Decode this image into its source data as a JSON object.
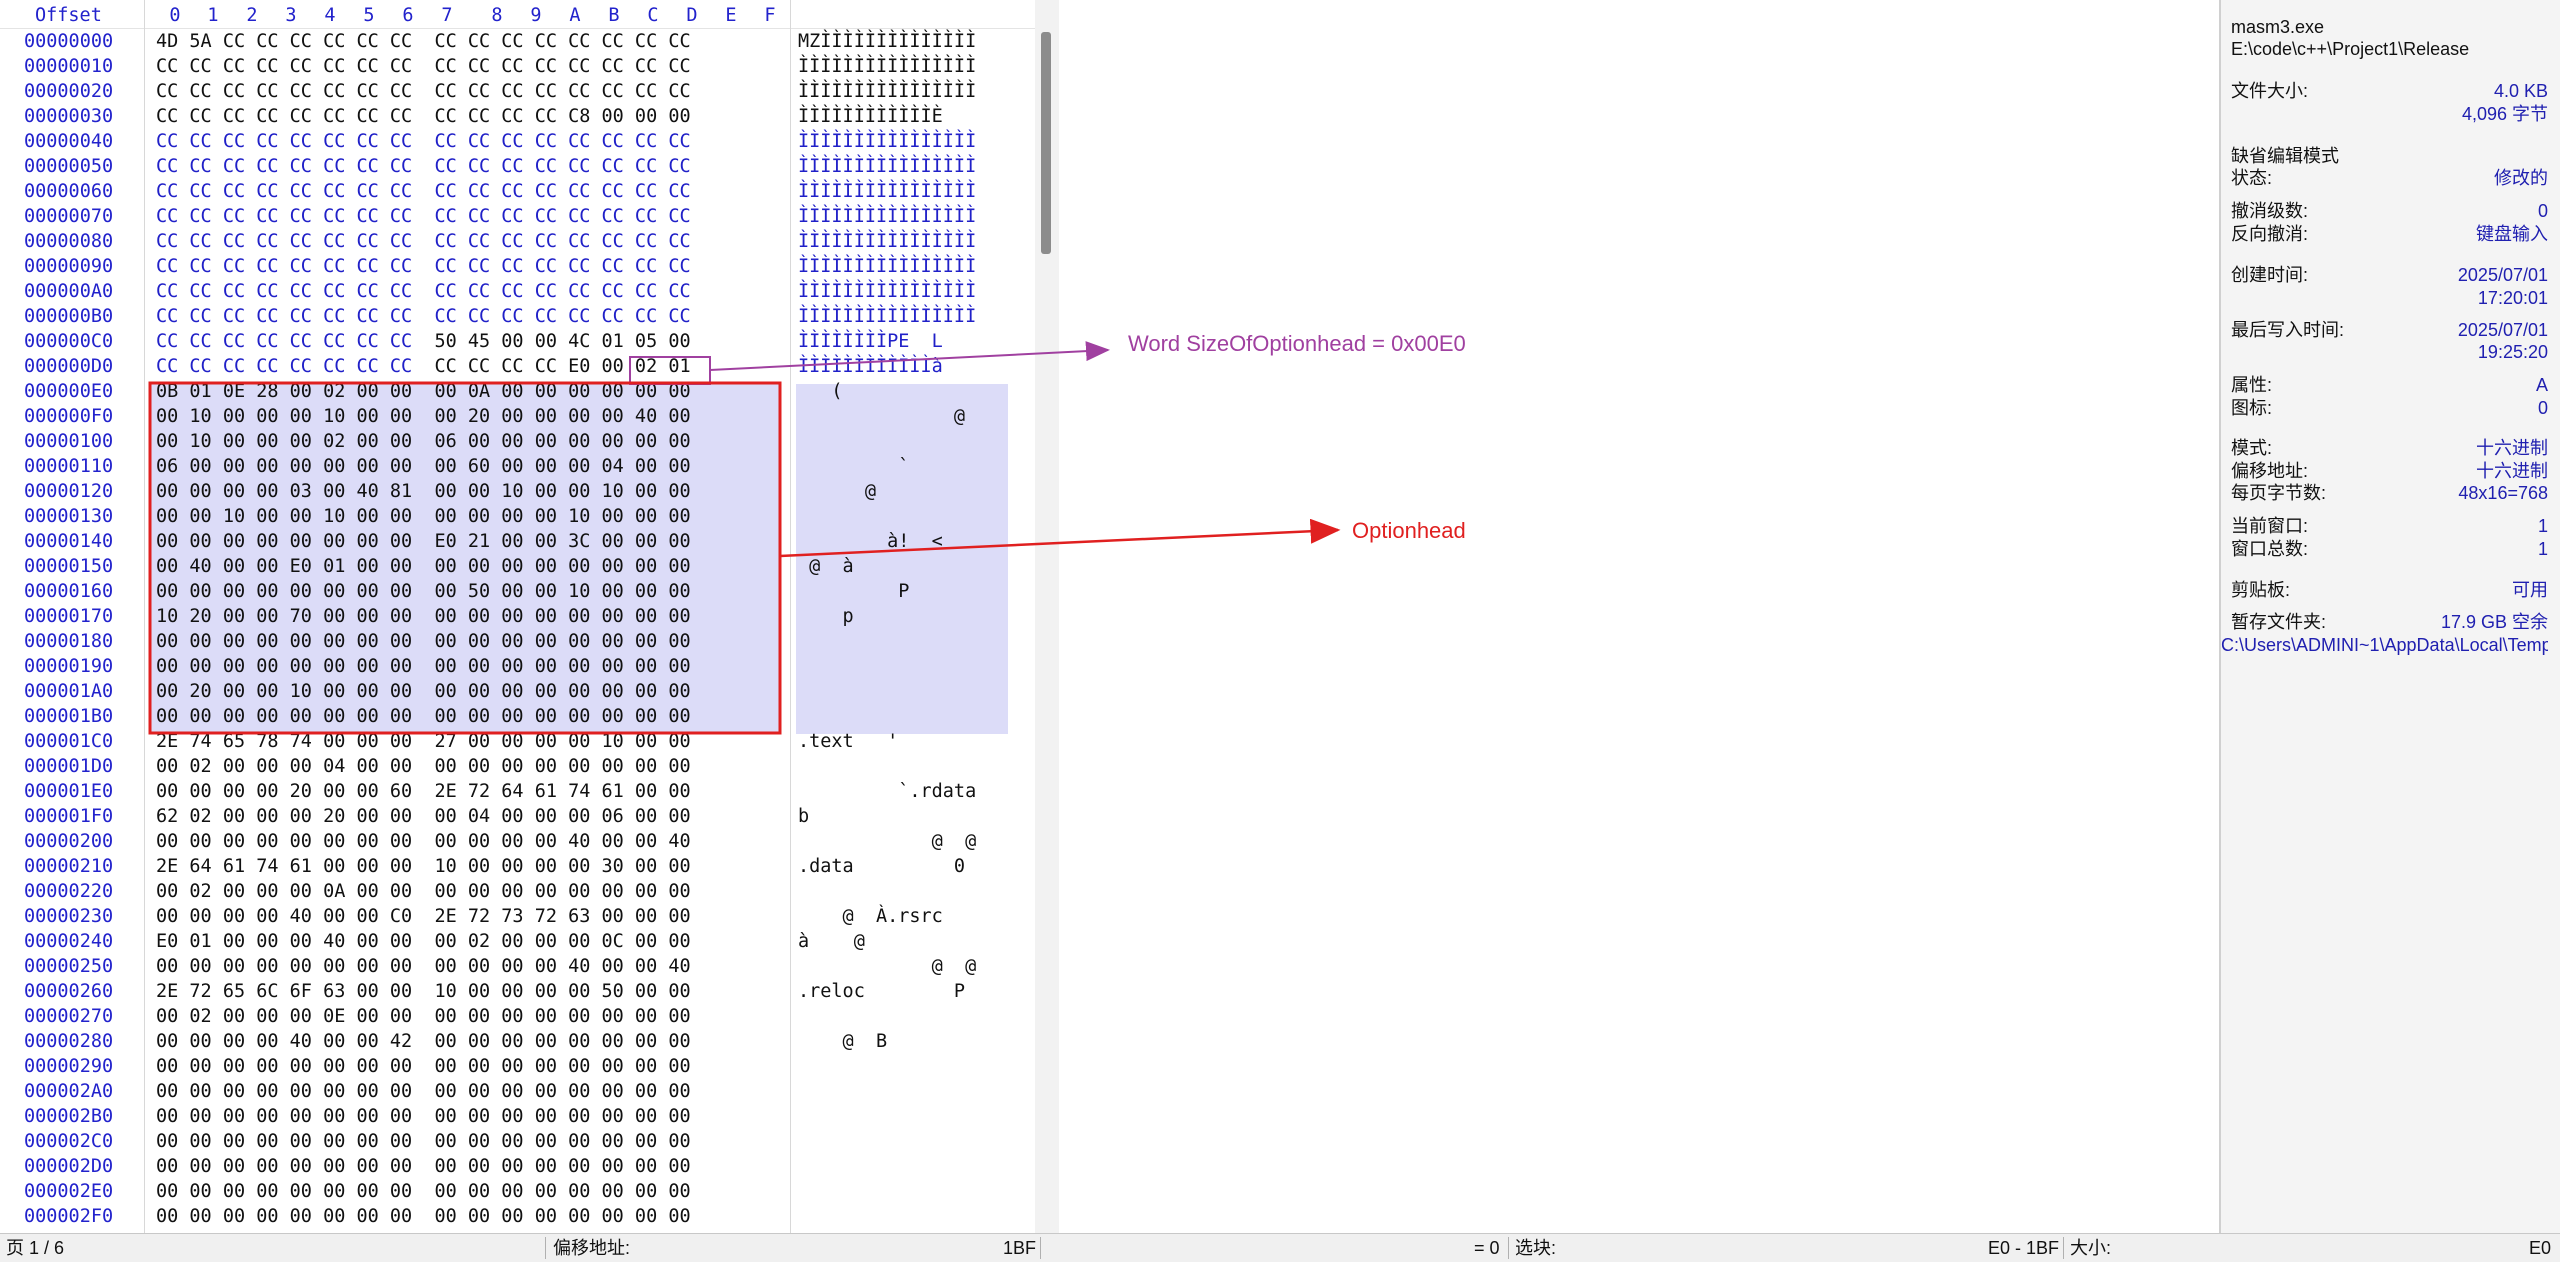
{
  "header": {
    "offset_label": "Offset",
    "columns": [
      "0",
      "1",
      "2",
      "3",
      "4",
      "5",
      "6",
      "7",
      "8",
      "9",
      "A",
      "B",
      "C",
      "D",
      "E",
      "F"
    ]
  },
  "rows": [
    {
      "offset": "00000000",
      "hex": "4D 5A CC CC CC CC CC CC  CC CC CC CC CC CC CC CC",
      "ascii": "MZÌÌÌÌÌÌÌÌÌÌÌÌÌÌ",
      "style": "black"
    },
    {
      "offset": "00000010",
      "hex": "CC CC CC CC CC CC CC CC  CC CC CC CC CC CC CC CC",
      "ascii": "ÌÌÌÌÌÌÌÌÌÌÌÌÌÌÌÌ",
      "style": "black"
    },
    {
      "offset": "00000020",
      "hex": "CC CC CC CC CC CC CC CC  CC CC CC CC CC CC CC CC",
      "ascii": "ÌÌÌÌÌÌÌÌÌÌÌÌÌÌÌÌ",
      "style": "black"
    },
    {
      "offset": "00000030",
      "hex": "CC CC CC CC CC CC CC CC  CC CC CC CC C8 00 00 00",
      "ascii": "ÌÌÌÌÌÌÌÌÌÌÌÌÈ",
      "style": "black"
    },
    {
      "offset": "00000040",
      "hex": "CC CC CC CC CC CC CC CC  CC CC CC CC CC CC CC CC",
      "ascii": "ÌÌÌÌÌÌÌÌÌÌÌÌÌÌÌÌ",
      "style": "blue"
    },
    {
      "offset": "00000050",
      "hex": "CC CC CC CC CC CC CC CC  CC CC CC CC CC CC CC CC",
      "ascii": "ÌÌÌÌÌÌÌÌÌÌÌÌÌÌÌÌ",
      "style": "blue"
    },
    {
      "offset": "00000060",
      "hex": "CC CC CC CC CC CC CC CC  CC CC CC CC CC CC CC CC",
      "ascii": "ÌÌÌÌÌÌÌÌÌÌÌÌÌÌÌÌ",
      "style": "blue"
    },
    {
      "offset": "00000070",
      "hex": "CC CC CC CC CC CC CC CC  CC CC CC CC CC CC CC CC",
      "ascii": "ÌÌÌÌÌÌÌÌÌÌÌÌÌÌÌÌ",
      "style": "blue"
    },
    {
      "offset": "00000080",
      "hex": "CC CC CC CC CC CC CC CC  CC CC CC CC CC CC CC CC",
      "ascii": "ÌÌÌÌÌÌÌÌÌÌÌÌÌÌÌÌ",
      "style": "blue"
    },
    {
      "offset": "00000090",
      "hex": "CC CC CC CC CC CC CC CC  CC CC CC CC CC CC CC CC",
      "ascii": "ÌÌÌÌÌÌÌÌÌÌÌÌÌÌÌÌ",
      "style": "blue"
    },
    {
      "offset": "000000A0",
      "hex": "CC CC CC CC CC CC CC CC  CC CC CC CC CC CC CC CC",
      "ascii": "ÌÌÌÌÌÌÌÌÌÌÌÌÌÌÌÌ",
      "style": "blue"
    },
    {
      "offset": "000000B0",
      "hex": "CC CC CC CC CC CC CC CC  CC CC CC CC CC CC CC CC",
      "ascii": "ÌÌÌÌÌÌÌÌÌÌÌÌÌÌÌÌ",
      "style": "blue"
    },
    {
      "offset": "000000C0",
      "hex": "CC CC CC CC CC CC CC CC  50 45 00 00 4C 01 05 00",
      "ascii": "ÌÌÌÌÌÌÌÌPE  L",
      "style": "mixC0"
    },
    {
      "offset": "000000D0",
      "hex": "CC CC CC CC CC CC CC CC  CC CC CC CC E0 00 02 01",
      "ascii": "ÌÌÌÌÌÌÌÌÌÌÌÌà",
      "style": "mixD0"
    },
    {
      "offset": "000000E0",
      "hex": "0B 01 0E 28 00 02 00 00  00 0A 00 00 00 00 00 00",
      "ascii": "   (",
      "style": "sel"
    },
    {
      "offset": "000000F0",
      "hex": "00 10 00 00 00 10 00 00  00 20 00 00 00 00 40 00",
      "ascii": "              @",
      "style": "sel"
    },
    {
      "offset": "00000100",
      "hex": "00 10 00 00 00 02 00 00  06 00 00 00 00 00 00 00",
      "ascii": "",
      "style": "sel"
    },
    {
      "offset": "00000110",
      "hex": "06 00 00 00 00 00 00 00  00 60 00 00 00 04 00 00",
      "ascii": "         `",
      "style": "sel"
    },
    {
      "offset": "00000120",
      "hex": "00 00 00 00 03 00 40 81  00 00 10 00 00 10 00 00",
      "ascii": "      @",
      "style": "sel"
    },
    {
      "offset": "00000130",
      "hex": "00 00 10 00 00 10 00 00  00 00 00 00 10 00 00 00",
      "ascii": "",
      "style": "sel"
    },
    {
      "offset": "00000140",
      "hex": "00 00 00 00 00 00 00 00  E0 21 00 00 3C 00 00 00",
      "ascii": "        à!  <",
      "style": "sel"
    },
    {
      "offset": "00000150",
      "hex": "00 40 00 00 E0 01 00 00  00 00 00 00 00 00 00 00",
      "ascii": " @  à",
      "style": "sel"
    },
    {
      "offset": "00000160",
      "hex": "00 00 00 00 00 00 00 00  00 50 00 00 10 00 00 00",
      "ascii": "         P",
      "style": "sel"
    },
    {
      "offset": "00000170",
      "hex": "10 20 00 00 70 00 00 00  00 00 00 00 00 00 00 00",
      "ascii": "    p",
      "style": "sel"
    },
    {
      "offset": "00000180",
      "hex": "00 00 00 00 00 00 00 00  00 00 00 00 00 00 00 00",
      "ascii": "",
      "style": "sel"
    },
    {
      "offset": "00000190",
      "hex": "00 00 00 00 00 00 00 00  00 00 00 00 00 00 00 00",
      "ascii": "",
      "style": "sel"
    },
    {
      "offset": "000001A0",
      "hex": "00 20 00 00 10 00 00 00  00 00 00 00 00 00 00 00",
      "ascii": "",
      "style": "sel"
    },
    {
      "offset": "000001B0",
      "hex": "00 00 00 00 00 00 00 00  00 00 00 00 00 00 00 00",
      "ascii": "",
      "style": "sel"
    },
    {
      "offset": "000001C0",
      "hex": "2E 74 65 78 74 00 00 00  27 00 00 00 00 10 00 00",
      ".ascii": "",
      "ascii": ".text   '",
      "style": "black"
    },
    {
      "offset": "000001D0",
      "hex": "00 02 00 00 00 04 00 00  00 00 00 00 00 00 00 00",
      "ascii": "",
      "style": "black"
    },
    {
      "offset": "000001E0",
      "hex": "00 00 00 00 20 00 00 60  2E 72 64 61 74 61 00 00",
      "ascii": "         `.rdata",
      "style": "black"
    },
    {
      "offset": "000001F0",
      "hex": "62 02 00 00 00 20 00 00  00 04 00 00 00 06 00 00",
      "ascii": "b",
      "style": "black"
    },
    {
      "offset": "00000200",
      "hex": "00 00 00 00 00 00 00 00  00 00 00 00 40 00 00 40",
      "ascii": "            @  @",
      "style": "black"
    },
    {
      "offset": "00000210",
      "hex": "2E 64 61 74 61 00 00 00  10 00 00 00 00 30 00 00",
      "ascii": ".data         0",
      "style": "black"
    },
    {
      "offset": "00000220",
      "hex": "00 02 00 00 00 0A 00 00  00 00 00 00 00 00 00 00",
      "ascii": "",
      "style": "black"
    },
    {
      "offset": "00000230",
      "hex": "00 00 00 00 40 00 00 C0  2E 72 73 72 63 00 00 00",
      "ascii": "    @  À.rsrc",
      "style": "black"
    },
    {
      "offset": "00000240",
      "hex": "E0 01 00 00 00 40 00 00  00 02 00 00 00 0C 00 00",
      "ascii": "à    @",
      "style": "black"
    },
    {
      "offset": "00000250",
      "hex": "00 00 00 00 00 00 00 00  00 00 00 00 40 00 00 40",
      "ascii": "            @  @",
      "style": "black"
    },
    {
      "offset": "00000260",
      "hex": "2E 72 65 6C 6F 63 00 00  10 00 00 00 00 50 00 00",
      "ascii": ".reloc        P",
      "style": "black"
    },
    {
      "offset": "00000270",
      "hex": "00 02 00 00 00 0E 00 00  00 00 00 00 00 00 00 00",
      "ascii": "",
      "style": "black"
    },
    {
      "offset": "00000280",
      "hex": "00 00 00 00 40 00 00 42  00 00 00 00 00 00 00 00",
      "ascii": "    @  B",
      "style": "black"
    },
    {
      "offset": "00000290",
      "hex": "00 00 00 00 00 00 00 00  00 00 00 00 00 00 00 00",
      "ascii": "",
      "style": "black"
    },
    {
      "offset": "000002A0",
      "hex": "00 00 00 00 00 00 00 00  00 00 00 00 00 00 00 00",
      "ascii": "",
      "style": "black"
    },
    {
      "offset": "000002B0",
      "hex": "00 00 00 00 00 00 00 00  00 00 00 00 00 00 00 00",
      "ascii": "",
      "style": "black"
    },
    {
      "offset": "000002C0",
      "hex": "00 00 00 00 00 00 00 00  00 00 00 00 00 00 00 00",
      "ascii": "",
      "style": "black"
    },
    {
      "offset": "000002D0",
      "hex": "00 00 00 00 00 00 00 00  00 00 00 00 00 00 00 00",
      "ascii": "",
      "style": "black"
    },
    {
      "offset": "000002E0",
      "hex": "00 00 00 00 00 00 00 00  00 00 00 00 00 00 00 00",
      "ascii": "",
      "style": "black"
    },
    {
      "offset": "000002F0",
      "hex": "00 00 00 00 00 00 00 00  00 00 00 00 00 00 00 00",
      "ascii": "",
      "style": "black"
    }
  ],
  "annotations": {
    "word_size": "Word SizeOfOptionhead = 0x00E0",
    "optionhead": "Optionhead",
    "purple": "#a040a0",
    "red": "#e02020"
  },
  "info_panel": {
    "filename": "masm3.exe",
    "path": "E:\\code\\c++\\Project1\\Release",
    "file_size_label": "文件大小:",
    "file_size_kb": "4.0 KB",
    "file_size_bytes": "4,096 字节",
    "edit_mode": "缺省编辑模式",
    "state_label": "状态:",
    "state_value": "修改的",
    "undo_label": "撤消级数:",
    "undo_value": "0",
    "redo_label": "反向撤消:",
    "redo_value": "键盘输入",
    "created_label": "创建时间:",
    "created_date": "2025/07/01",
    "created_time": "17:20:01",
    "written_label": "最后写入时间:",
    "written_date": "2025/07/01",
    "written_time": "19:25:20",
    "attr_label": "属性:",
    "attr_value": "A",
    "icon_label": "图标:",
    "icon_value": "0",
    "mode_label": "模式:",
    "mode_value": "十六进制",
    "offset_label": "偏移地址:",
    "offset_value": "十六进制",
    "bpp_label": "每页字节数:",
    "bpp_value": "48x16=768",
    "curwin_label": "当前窗口:",
    "curwin_value": "1",
    "totalwin_label": "窗口总数:",
    "totalwin_value": "1",
    "clipboard_label": "剪贴板:",
    "clipboard_value": "可用",
    "temp_label": "暂存文件夹:",
    "temp_value": "17.9 GB 空余",
    "temp_path": "C:\\Users\\ADMINI~1\\AppData\\Local\\Temp"
  },
  "status_bar": {
    "page": "页 1 / 6",
    "offset_label": "偏移地址:",
    "offset_value": "1BF",
    "equals": "= 0",
    "block_label": "选块:",
    "block_value": "E0 - 1BF",
    "size_label": "大小:",
    "size_value": "E0"
  }
}
